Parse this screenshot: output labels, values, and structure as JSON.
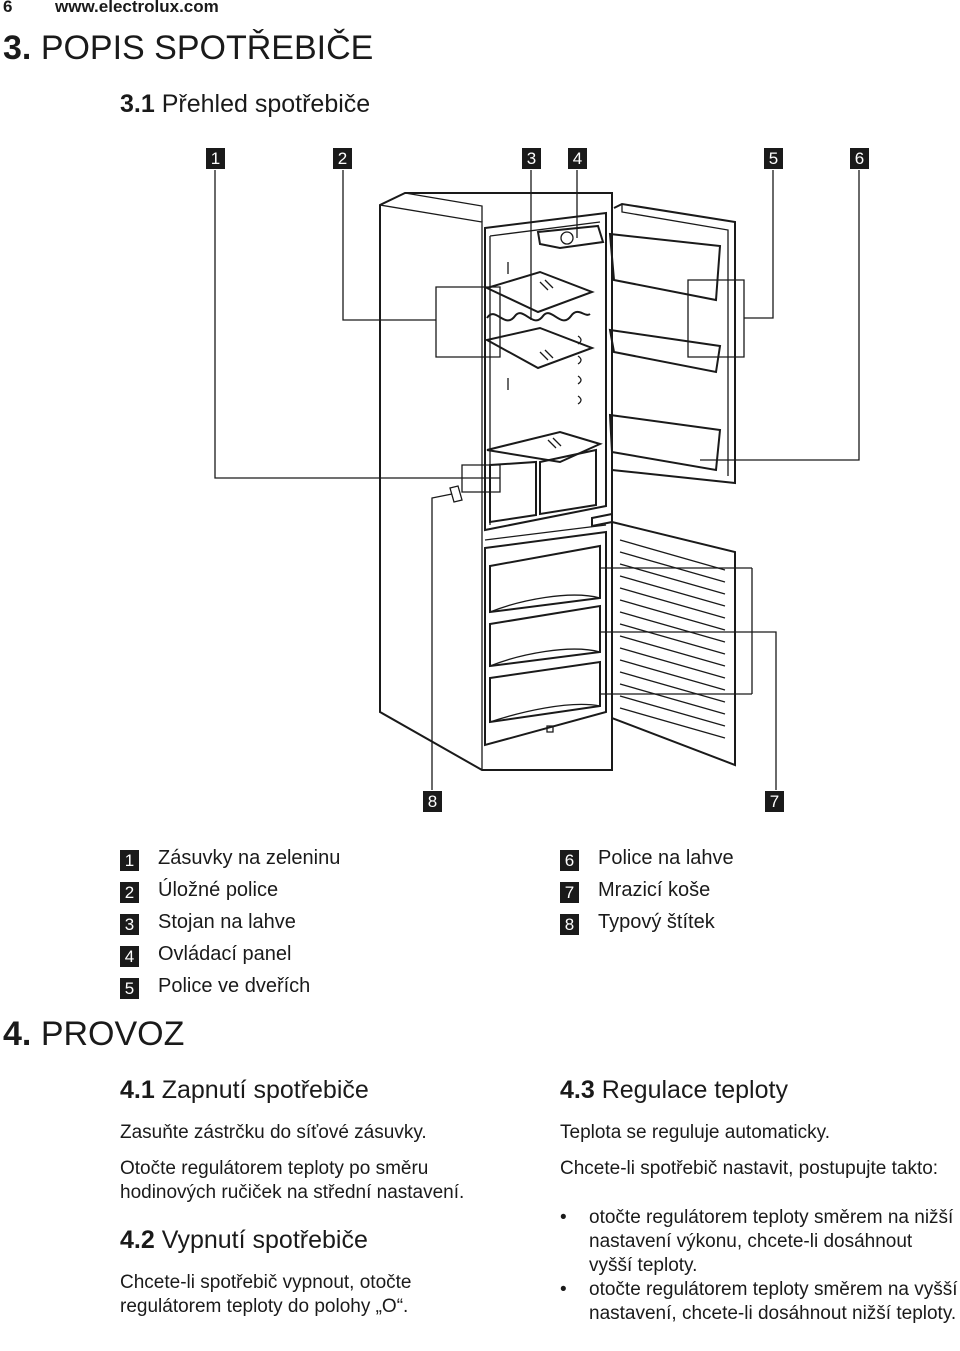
{
  "header": {
    "page_number": "6",
    "url": "www.electrolux.com"
  },
  "section3": {
    "num": "3.",
    "title": "POPIS SPOTŘEBIČE",
    "sub_num": "3.1",
    "sub_title": "Přehled spotřebiče"
  },
  "callouts": [
    "1",
    "2",
    "3",
    "4",
    "5",
    "6",
    "8",
    "7"
  ],
  "legend_left": [
    {
      "num": "1",
      "label": "Zásuvky na zeleninu"
    },
    {
      "num": "2",
      "label": "Úložné police"
    },
    {
      "num": "3",
      "label": "Stojan na lahve"
    },
    {
      "num": "4",
      "label": "Ovládací panel"
    },
    {
      "num": "5",
      "label": "Police ve dveřích"
    }
  ],
  "legend_right": [
    {
      "num": "6",
      "label": "Police na lahve"
    },
    {
      "num": "7",
      "label": "Mrazicí koše"
    },
    {
      "num": "8",
      "label": "Typový štítek"
    }
  ],
  "section4": {
    "num": "4.",
    "title": "PROVOZ",
    "s41_num": "4.1",
    "s41_title": "Zapnutí spotřebiče",
    "s41_p1": "Zasuňte zástrčku do síťové zásuvky.",
    "s41_p2": "Otočte regulátorem teploty po směru hodinových ručiček na střední nastavení.",
    "s42_num": "4.2",
    "s42_title": "Vypnutí spotřebiče",
    "s42_p1": "Chcete-li spotřebič vypnout, otočte regulátorem teploty do polohy „O“.",
    "s43_num": "4.3",
    "s43_title": "Regulace teploty",
    "s43_p1": "Teplota se reguluje automaticky.",
    "s43_p2": "Chcete-li spotřebič nastavit, postupujte takto:",
    "bullet_char": "•",
    "s43_bullets": [
      "otočte regulátorem teploty směrem na nižší nastavení výkonu, chcete-li dosáhnout vyšší teploty.",
      "otočte regulátorem teploty směrem na vyšší nastavení, chcete-li dosáhnout nižší teploty."
    ]
  }
}
